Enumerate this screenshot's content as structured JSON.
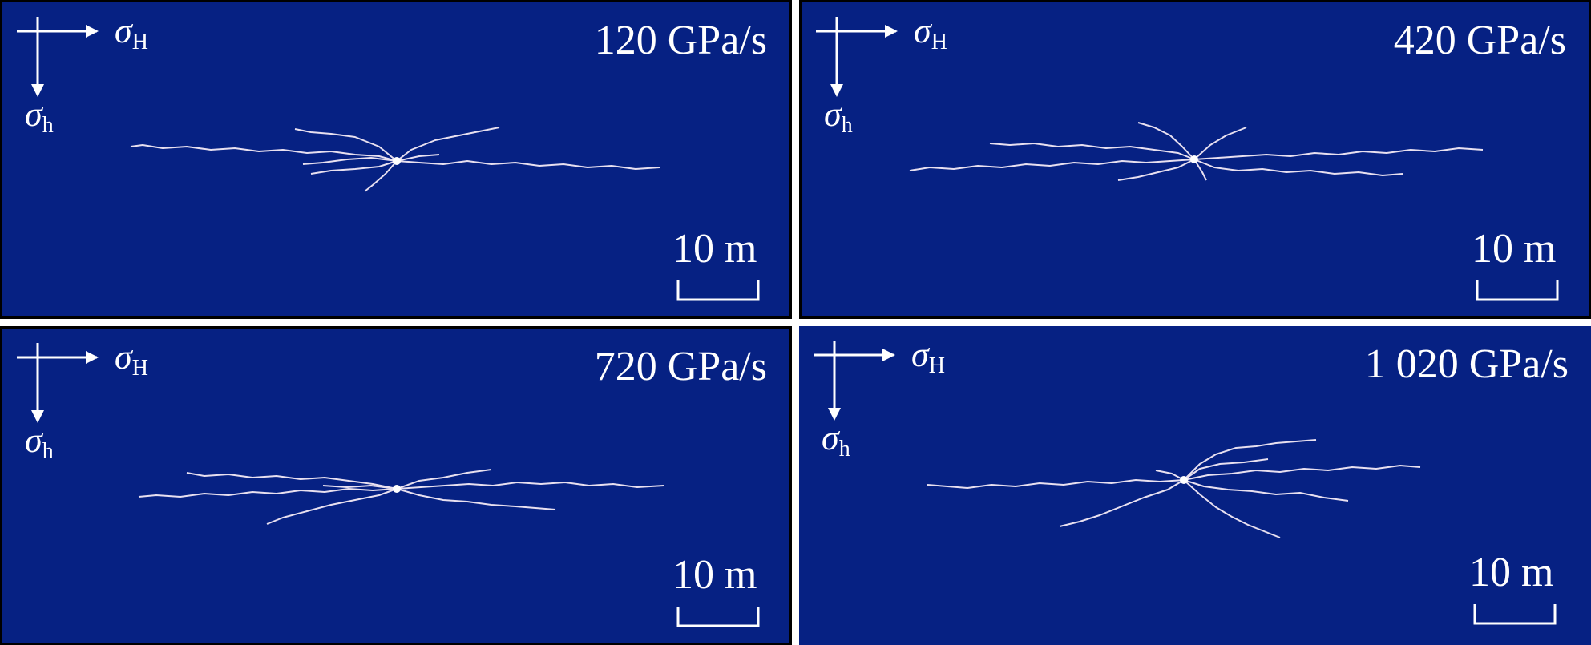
{
  "panels": [
    {
      "id": "p0",
      "rate": "120 GPa/s",
      "scale": "10 m",
      "stress_major": "σ",
      "stress_major_sub": "H",
      "stress_minor": "σ",
      "stress_minor_sub": "h"
    },
    {
      "id": "p1",
      "rate": "420 GPa/s",
      "scale": "10 m",
      "stress_major": "σ",
      "stress_major_sub": "H",
      "stress_minor": "σ",
      "stress_minor_sub": "h"
    },
    {
      "id": "p2",
      "rate": "720 GPa/s",
      "scale": "10 m",
      "stress_major": "σ",
      "stress_major_sub": "H",
      "stress_minor": "σ",
      "stress_minor_sub": "h"
    },
    {
      "id": "p3",
      "rate": "1 020 GPa/s",
      "scale": "10 m",
      "stress_major": "σ",
      "stress_major_sub": "H",
      "stress_minor": "σ",
      "stress_minor_sub": "h"
    }
  ],
  "colors": {
    "panel_bg": "#062183",
    "crack": "#e8e0f0",
    "text": "#ffffff"
  }
}
